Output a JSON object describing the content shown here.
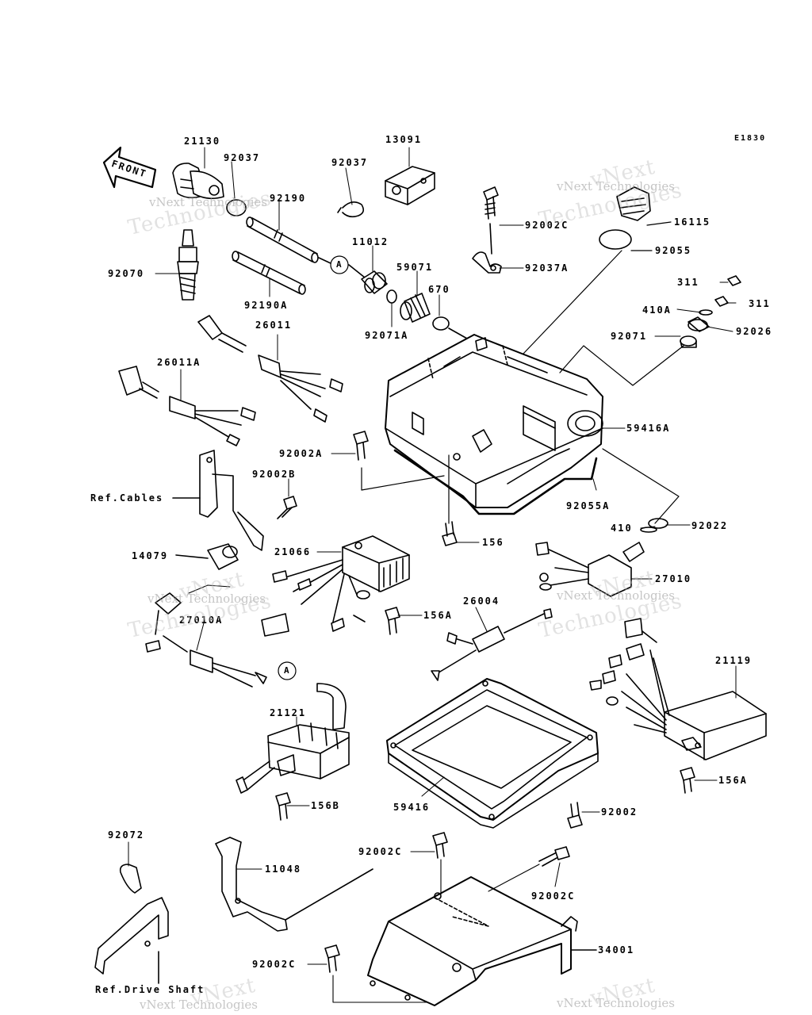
{
  "diagram_code": "E1830",
  "front_label": "FRONT",
  "callout_a": "A",
  "watermark": {
    "brand": "vNext Technologies",
    "brand_line1": "vNext",
    "brand_line2": "Technologies"
  },
  "parts": {
    "p21130": "21130",
    "p92037_left": "92037",
    "p92037_mid": "92037",
    "p13091": "13091",
    "p92190": "92190",
    "p92070": "92070",
    "p11012": "11012",
    "p59071": "59071",
    "p670": "670",
    "p92190A": "92190A",
    "p92071A": "92071A",
    "p92002C_top": "92002C",
    "p92037A": "92037A",
    "p16115": "16115",
    "p92055": "92055",
    "p311_a": "311",
    "p410A": "410A",
    "p311_b": "311",
    "p92071": "92071",
    "p92026": "92026",
    "p26011": "26011",
    "p26011A": "26011A",
    "p59416A": "59416A",
    "p92002A": "92002A",
    "p92002B": "92002B",
    "ref_cables": "Ref.Cables",
    "p92055A": "92055A",
    "p410": "410",
    "p92022": "92022",
    "p156": "156",
    "p21066": "21066",
    "p14079": "14079",
    "p27010": "27010",
    "p156A_mid": "156A",
    "p26004": "26004",
    "p27010A": "27010A",
    "p21119": "21119",
    "p21121": "21121",
    "p156A_right": "156A",
    "p156B": "156B",
    "p59416": "59416",
    "p92002": "92002",
    "p92072": "92072",
    "p11048": "11048",
    "p92002C_mid": "92002C",
    "p92002C_right": "92002C",
    "p34001": "34001",
    "p92002C_bottom": "92002C",
    "ref_drive_shaft": "Ref.Drive Shaft"
  }
}
